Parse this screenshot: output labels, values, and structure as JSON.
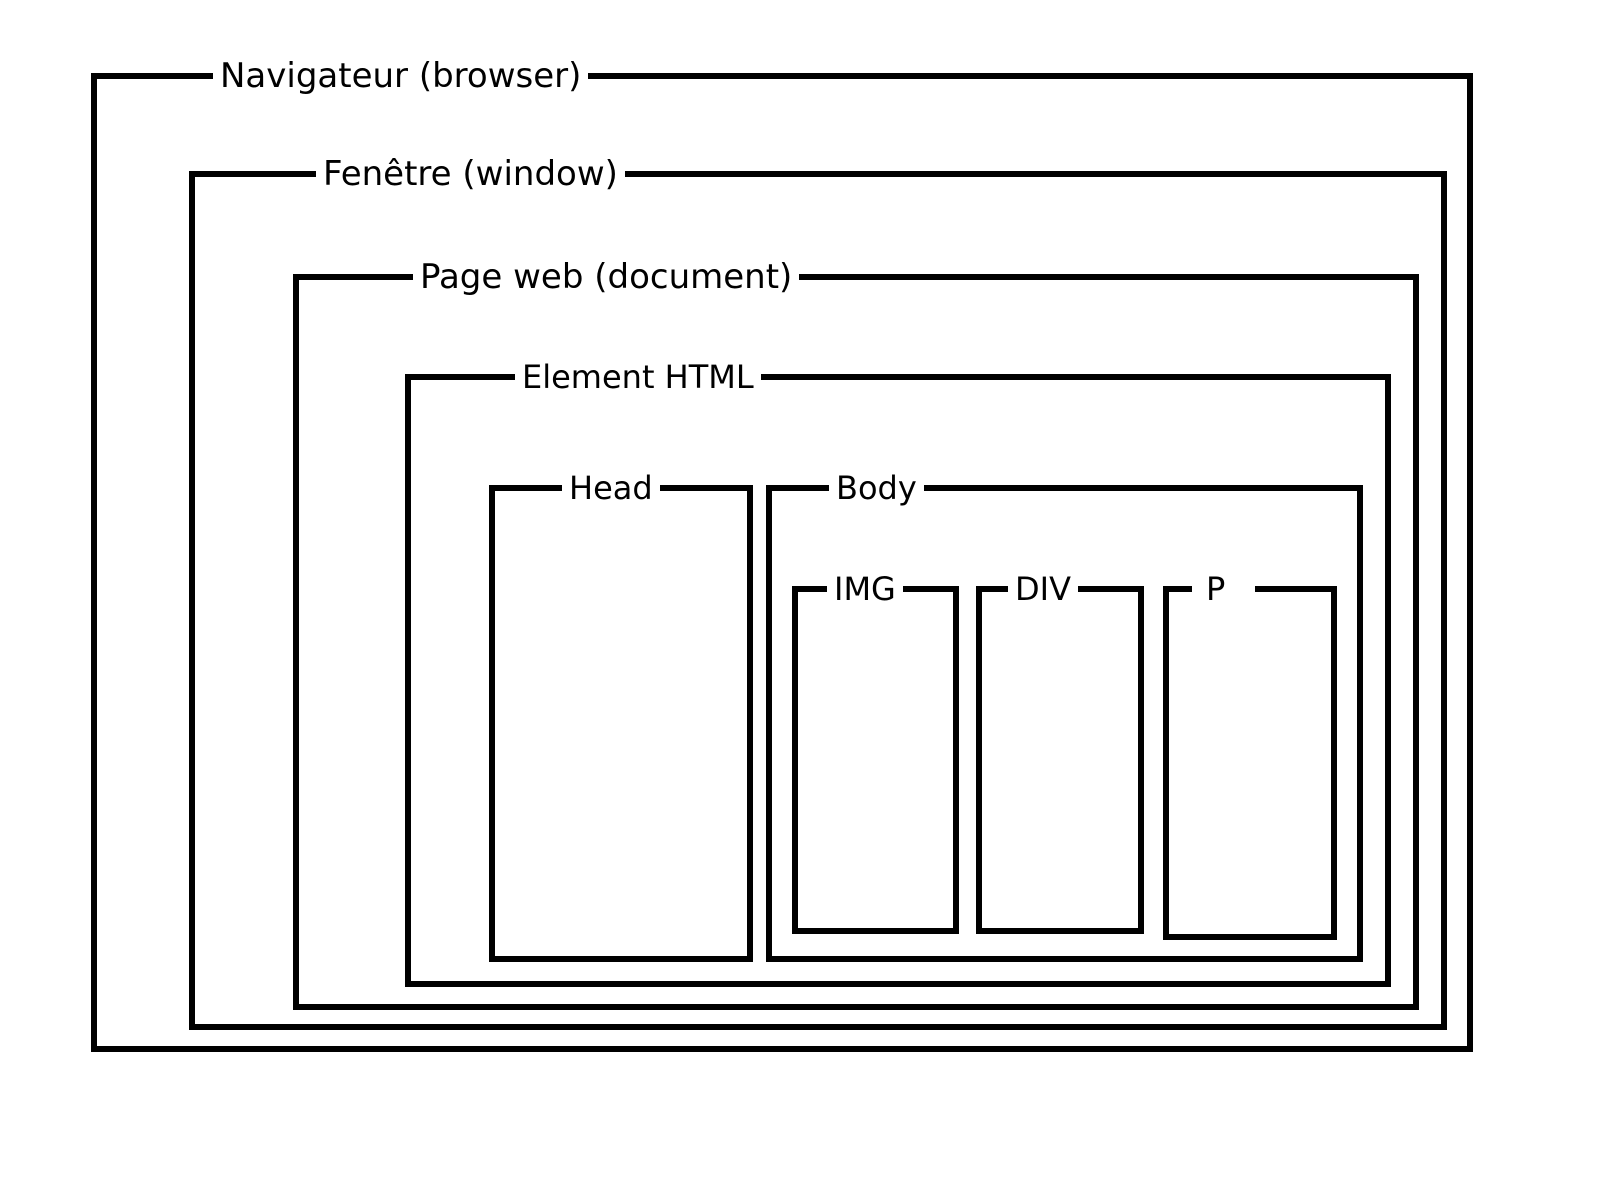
{
  "diagram": {
    "browser": {
      "label": "Navigateur (browser)"
    },
    "window": {
      "label": "Fenêtre (window)"
    },
    "document": {
      "label": "Page web (document)"
    },
    "html_element": {
      "label": "Element HTML"
    },
    "head": {
      "label": "Head"
    },
    "body": {
      "label": "Body"
    },
    "img": {
      "label": "IMG"
    },
    "div": {
      "label": "DIV"
    },
    "p": {
      "label": "P"
    }
  },
  "colors": {
    "stroke": "#000000",
    "background": "#ffffff"
  }
}
